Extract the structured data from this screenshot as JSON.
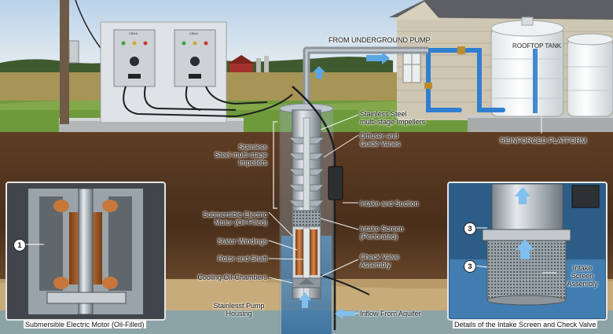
{
  "labels": {
    "from_pump": "FROM UNDERGROUND PUMP",
    "rooftop_tank": "ROOFTOP TANK",
    "reinforced_platform": "REINFORCED PLATFORM",
    "impellers_right": "Stainless Steel\nmulti-stage Impellers",
    "impellers_left": "Stainless\nSteel multi-stage\nImpellers",
    "diffuser": "Diffuser and\nGuide Vanes",
    "intake_suction": "Intake and Suction",
    "motor": "Submersible Electric\nMotor (Oil-Filled)",
    "intake_screen": "Intake Screen\n(Perforated)",
    "stator": "Stator Windings",
    "rotor": "Rotor and Shaft",
    "check_valve": "Check Valve\nAssembly",
    "cooling": "Cooling Oil-Chambers",
    "housing": "Stainlesst Pump\nHousing",
    "inflow": "Inflow From Aquifer",
    "intake_screen_assembly": "Intake\nScreen\nAssembly"
  },
  "insets": {
    "left_caption": "Submersible Electric Motor (Oil-Filled)",
    "left_badge": "1",
    "right_caption": "Details of the Intake Screen and Check Valve",
    "right_badge_top": "3",
    "right_badge_mid": "3"
  },
  "control_panels": {
    "left_tag": "CBHA",
    "right_tag": "CBHA"
  },
  "colors": {
    "sky": "#cfe0ee",
    "soil": "#5a3a22",
    "grass": "#6f9a3c",
    "water": "#3b82c4",
    "pipe": "#8d959c",
    "blue_pipe": "#2f7fd0",
    "copper": "#b5652b"
  }
}
